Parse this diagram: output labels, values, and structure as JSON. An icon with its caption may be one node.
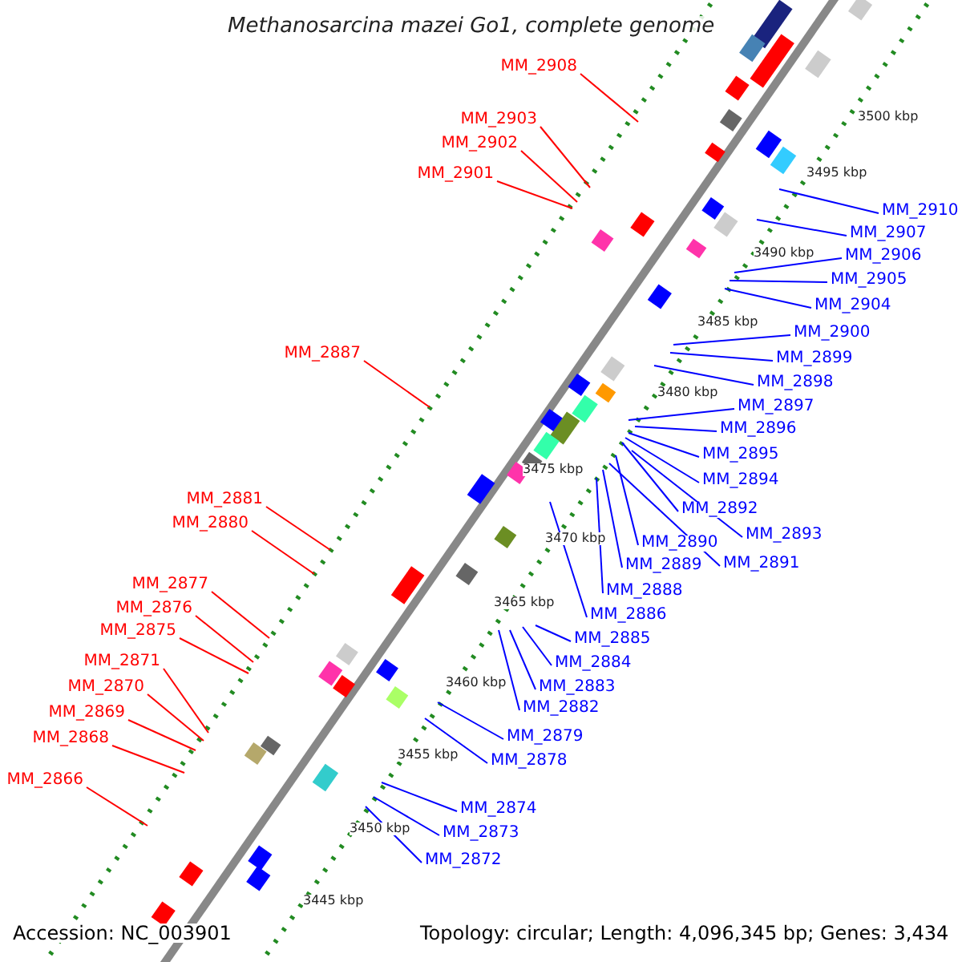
{
  "diagram": {
    "title": "Methanosarcina mazei Go1, complete genome",
    "nodes": [
      {
        "text": [
          "MM_2908"
        ]
      },
      {
        "text": [
          "MM_2903"
        ]
      },
      {
        "text": [
          "MM_2902"
        ]
      },
      {
        "text": [
          "MM_2901"
        ]
      },
      {
        "text": [
          "MM_2910"
        ]
      },
      {
        "text": [
          "MM_2907"
        ]
      },
      {
        "text": [
          "MM_2906"
        ]
      },
      {
        "text": [
          "MM_2905"
        ]
      },
      {
        "text": [
          "MM_2904"
        ]
      },
      {
        "text": [
          "MM_2900"
        ]
      },
      {
        "text": [
          "MM_2887"
        ]
      },
      {
        "text": [
          "MM_2899"
        ]
      },
      {
        "text": [
          "MM_2898"
        ]
      },
      {
        "text": [
          "MM_2897"
        ]
      },
      {
        "text": [
          "MM_2896"
        ]
      },
      {
        "text": [
          "MM_2895"
        ]
      },
      {
        "text": [
          "MM_2894"
        ]
      },
      {
        "text": [
          "MM_2881"
        ]
      },
      {
        "text": [
          "MM_2892"
        ]
      },
      {
        "text": [
          "MM_2880"
        ]
      },
      {
        "text": [
          "MM_2893"
        ]
      },
      {
        "text": [
          "MM_2890"
        ]
      },
      {
        "text": [
          "MM_2891"
        ]
      },
      {
        "text": [
          "MM_2889"
        ]
      },
      {
        "text": [
          "MM_2877"
        ]
      },
      {
        "text": [
          "MM_2888"
        ]
      },
      {
        "text": [
          "MM_2876"
        ]
      },
      {
        "text": [
          "MM_2886"
        ]
      },
      {
        "text": [
          "MM_2875"
        ]
      },
      {
        "text": [
          "MM_2885"
        ]
      },
      {
        "text": [
          "MM_2884"
        ]
      },
      {
        "text": [
          "MM_2871"
        ]
      },
      {
        "text": [
          "MM_2870"
        ]
      },
      {
        "text": [
          "MM_2883"
        ]
      },
      {
        "text": [
          "MM_2882"
        ]
      },
      {
        "text": [
          "MM_2869"
        ]
      },
      {
        "text": [
          "MM_2879"
        ]
      },
      {
        "text": [
          "MM_2868"
        ]
      },
      {
        "text": [
          "MM_2878"
        ]
      },
      {
        "text": [
          "MM_2866"
        ]
      },
      {
        "text": [
          "MM_2874"
        ]
      },
      {
        "text": [
          "MM_2873"
        ]
      },
      {
        "text": [
          "MM_2872"
        ]
      }
    ],
    "edges": [
      {
        "from": 0,
        "to": null,
        "arrow": "none",
        "color": "#ff0000"
      },
      {
        "from": 1,
        "to": null,
        "arrow": "none",
        "color": "#ff0000"
      },
      {
        "from": 2,
        "to": null,
        "arrow": "none",
        "color": "#ff0000"
      },
      {
        "from": 3,
        "to": null,
        "arrow": "none",
        "color": "#ff0000"
      },
      {
        "from": 4,
        "to": null,
        "arrow": "none"
      },
      {
        "from": 5,
        "to": null,
        "arrow": "none"
      },
      {
        "from": 6,
        "to": null,
        "arrow": "none"
      },
      {
        "from": 7,
        "to": null,
        "arrow": "none"
      },
      {
        "from": 8,
        "to": null,
        "arrow": "none"
      },
      {
        "from": 9,
        "to": null,
        "arrow": "none"
      },
      {
        "from": 10,
        "to": null,
        "arrow": "none",
        "color": "#ff0000"
      },
      {
        "from": 11,
        "to": null,
        "arrow": "none"
      },
      {
        "from": 12,
        "to": null,
        "arrow": "none"
      },
      {
        "from": 13,
        "to": null,
        "arrow": "none"
      },
      {
        "from": 14,
        "to": null,
        "arrow": "none"
      },
      {
        "from": 15,
        "to": null,
        "arrow": "none"
      },
      {
        "from": 16,
        "to": null,
        "arrow": "none"
      },
      {
        "from": 17,
        "to": null,
        "arrow": "none",
        "color": "#ff0000"
      },
      {
        "from": 18,
        "to": null,
        "arrow": "none"
      },
      {
        "from": 19,
        "to": null,
        "arrow": "none",
        "color": "#ff0000"
      },
      {
        "from": 20,
        "to": null,
        "arrow": "none"
      },
      {
        "from": 21,
        "to": null,
        "arrow": "none"
      },
      {
        "from": 22,
        "to": null,
        "arrow": "none"
      },
      {
        "from": 23,
        "to": null,
        "arrow": "none"
      },
      {
        "from": 24,
        "to": null,
        "arrow": "none",
        "color": "#ff0000"
      },
      {
        "from": 25,
        "to": null,
        "arrow": "none"
      },
      {
        "from": 26,
        "to": null,
        "arrow": "none",
        "color": "#ff0000"
      },
      {
        "from": 27,
        "to": null,
        "arrow": "none"
      },
      {
        "from": 28,
        "to": null,
        "arrow": "none",
        "color": "#ff0000"
      },
      {
        "from": 29,
        "to": null,
        "arrow": "none"
      },
      {
        "from": 30,
        "to": null,
        "arrow": "none"
      },
      {
        "from": 31,
        "to": null,
        "arrow": "none",
        "color": "#ff0000"
      },
      {
        "from": 32,
        "to": null,
        "arrow": "none",
        "color": "#ff0000"
      },
      {
        "from": 33,
        "to": null,
        "arrow": "none"
      },
      {
        "from": 34,
        "to": null,
        "arrow": "none"
      },
      {
        "from": 35,
        "to": null,
        "arrow": "none",
        "color": "#ff0000"
      },
      {
        "from": 36,
        "to": null,
        "arrow": "none"
      },
      {
        "from": 37,
        "to": null,
        "arrow": "none",
        "color": "#ff0000"
      },
      {
        "from": 38,
        "to": null,
        "arrow": "none"
      },
      {
        "from": 39,
        "to": null,
        "arrow": "none",
        "color": "#ff0000"
      },
      {
        "from": 40,
        "to": null,
        "arrow": "none"
      },
      {
        "from": 41,
        "to": null,
        "arrow": "none"
      },
      {
        "from": 42,
        "to": null,
        "arrow": "none"
      }
    ],
    "labels": [
      "3500 kbp",
      "3495 kbp",
      "3490 kbp",
      "3485 kbp",
      "3480 kbp",
      "3475 kbp",
      "3470 kbp",
      "3465 kbp",
      "3460 kbp",
      "3455 kbp",
      "3450 kbp",
      "3445 kbp",
      "Accession: NC_003901",
      "Topology: circular; Length: 4,096,345 bp; Genes: 3,434"
    ]
  }
}
